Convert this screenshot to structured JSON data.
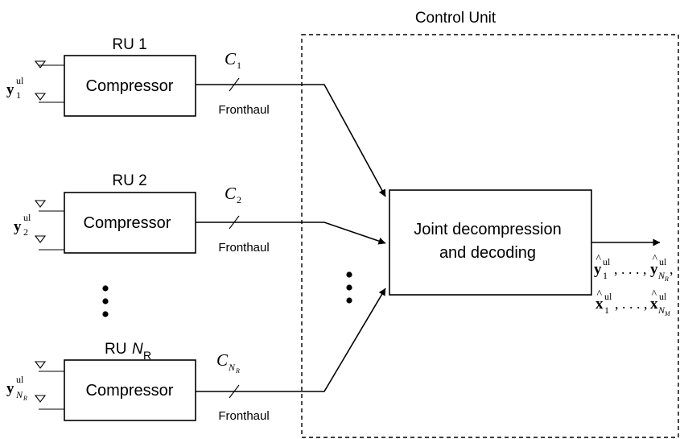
{
  "control_unit": {
    "title": "Control Unit",
    "processor_label_line1": "Joint decompression",
    "processor_label_line2": "and decoding",
    "output_line1": {
      "y_first_sub": "1",
      "y_last_sub": "N",
      "y_last_subsub": "R",
      "sup": "ul"
    },
    "output_line2": {
      "x_first_sub": "1",
      "x_last_sub": "N",
      "x_last_subsub": "M",
      "sup": "ul"
    }
  },
  "radio_units": [
    {
      "title": "RU 1",
      "block": "Compressor",
      "signal_var": "y",
      "signal_sub": "1",
      "signal_sup": "ul",
      "capacity_var": "C",
      "capacity_sub": "1",
      "link": "Fronthaul"
    },
    {
      "title": "RU 2",
      "block": "Compressor",
      "signal_var": "y",
      "signal_sub": "2",
      "signal_sup": "ul",
      "capacity_var": "C",
      "capacity_sub": "2",
      "link": "Fronthaul"
    },
    {
      "title_prefix": "RU ",
      "title_var": "N",
      "title_sub": "R",
      "block": "Compressor",
      "signal_var": "y",
      "signal_sub": "N",
      "signal_subsub": "R",
      "signal_sup": "ul",
      "capacity_var": "C",
      "capacity_sub": "N",
      "capacity_subsub": "R",
      "link": "Fronthaul"
    }
  ],
  "ellipsis": {
    "dot_count": 3
  }
}
